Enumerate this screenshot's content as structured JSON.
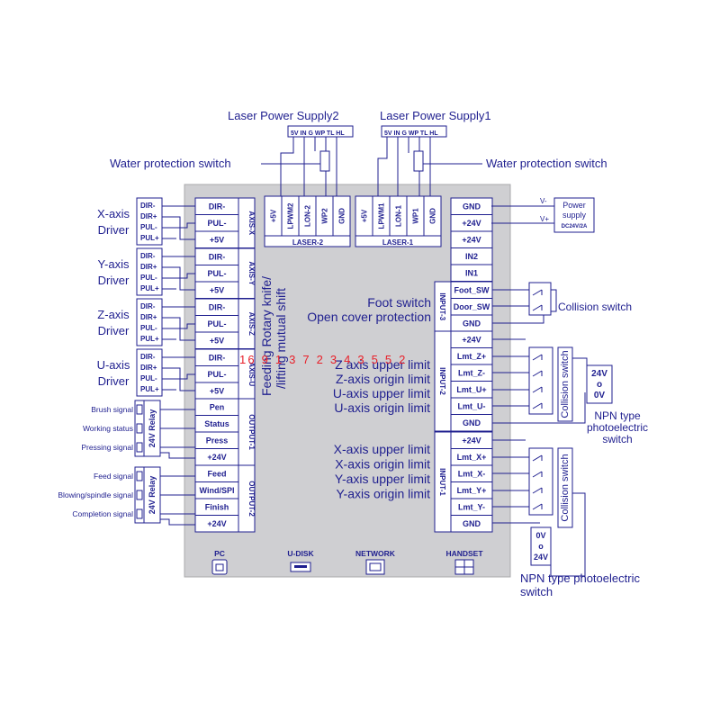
{
  "colors": {
    "board": "#cfcfd2",
    "board_edge": "#a8a8ab",
    "text": "#1f1f8f",
    "overlay": "#e8202a"
  },
  "power_supplies": {
    "supply2": {
      "title": "Laser Power Supply2",
      "pins": "5V IN G WP TL HL"
    },
    "supply1": {
      "title": "Laser Power Supply1",
      "pins": "5V IN G WP TL HL"
    }
  },
  "water_protection": {
    "left": "Water protection switch",
    "right": "Water protection switch"
  },
  "laser_ports": {
    "laser2": {
      "name": "LASER-2",
      "pins": [
        "+5V",
        "LPWM2",
        "LON-2",
        "WP2",
        "GND"
      ]
    },
    "laser1": {
      "name": "LASER-1",
      "pins": [
        "+5V",
        "LPWM1",
        "LON-1",
        "WP1",
        "GND"
      ]
    }
  },
  "axes": [
    {
      "port": "AXIS-X",
      "driver": [
        "X-axis",
        "Driver"
      ],
      "pins": [
        "DIR-",
        "PUL-",
        "+5V"
      ],
      "driver_pins": [
        "DIR-",
        "DIR+",
        "PUL-",
        "PUL+"
      ]
    },
    {
      "port": "AXIS-Y",
      "driver": [
        "Y-axis",
        "Driver"
      ],
      "pins": [
        "DIR-",
        "PUL-",
        "+5V"
      ],
      "driver_pins": [
        "DIR-",
        "DIR+",
        "PUL-",
        "PUL+"
      ]
    },
    {
      "port": "AXIS-Z",
      "driver": [
        "Z-axis",
        "Driver"
      ],
      "pins": [
        "DIR-",
        "PUL-",
        "+5V"
      ],
      "driver_pins": [
        "DIR-",
        "DIR+",
        "PUL-",
        "PUL+"
      ]
    },
    {
      "port": "AXIS-U",
      "driver": [
        "U-axis",
        "Driver"
      ],
      "pins": [
        "DIR-",
        "PUL-",
        "+5V"
      ],
      "driver_pins": [
        "DIR-",
        "DIR+",
        "PUL-",
        "PUL+"
      ]
    }
  ],
  "outputs": [
    {
      "port": "OUTPUT-1",
      "pins": [
        "Pen",
        "Status",
        "Press",
        "+24V"
      ],
      "signals": [
        "Brush signal",
        "Working status",
        "Pressing signal"
      ],
      "relay": "24V Relay"
    },
    {
      "port": "OUTPUT-2",
      "pins": [
        "Feed",
        "Wind/SPI",
        "Finish",
        "+24V"
      ],
      "signals": [
        "Feed signal",
        "Blowing/spindle signal",
        "Completion signal"
      ],
      "relay": "24V Relay"
    }
  ],
  "feeding_label": [
    "Feeding Rotary knife/",
    "/lifting  mutual shift"
  ],
  "power_input": {
    "pins": [
      "GND",
      "+24V",
      "+24V",
      "IN2",
      "IN1"
    ],
    "v_minus": "V-",
    "v_plus": "V+",
    "title": [
      "Power",
      "supply"
    ],
    "rating": "DC24V/2A"
  },
  "input3": {
    "port": "INPUT-3",
    "pins": [
      "Foot_SW",
      "Door_SW",
      "GND"
    ],
    "notes": [
      "Foot switch",
      "Open cover protection"
    ],
    "switch": "Collision switch"
  },
  "input2": {
    "port": "INPUT-2",
    "pins": [
      "+24V",
      "Lmt_Z+",
      "Lmt_Z-",
      "Lmt_U+",
      "Lmt_U-",
      "GND"
    ],
    "notes": [
      "Z axis upper limit",
      "Z-axis origin limit",
      "U-axis upper limit",
      "U-axis origin limit"
    ],
    "switch": "Collision switch",
    "sensor": [
      "24V",
      "o",
      "0V"
    ],
    "sensor_caption": [
      "NPN type",
      "photoelectric",
      "switch"
    ]
  },
  "input1": {
    "port": "INPUT-1",
    "pins": [
      "+24V",
      "Lmt_X+",
      "Lmt_X-",
      "Lmt_Y+",
      "Lmt_Y-",
      "GND"
    ],
    "notes": [
      "X-axis upper limit",
      "X-axis origin limit",
      "Y-axis upper limit",
      "Y-axis origin limit"
    ],
    "switch": "Collision switch",
    "sensor": [
      "0V",
      "o",
      "24V"
    ],
    "sensor_caption": [
      "NPN type photoelectric",
      "switch"
    ]
  },
  "overlay_numbers": "16 9 1 3 7 2 3 4 3 5 5 2",
  "bottom_ports": [
    {
      "label": "PC",
      "icon": "usb-b-port-icon"
    },
    {
      "label": "U-DISK",
      "icon": "usb-a-port-icon"
    },
    {
      "label": "NETWORK",
      "icon": "ethernet-port-icon"
    },
    {
      "label": "HANDSET",
      "icon": "handset-port-icon"
    }
  ]
}
